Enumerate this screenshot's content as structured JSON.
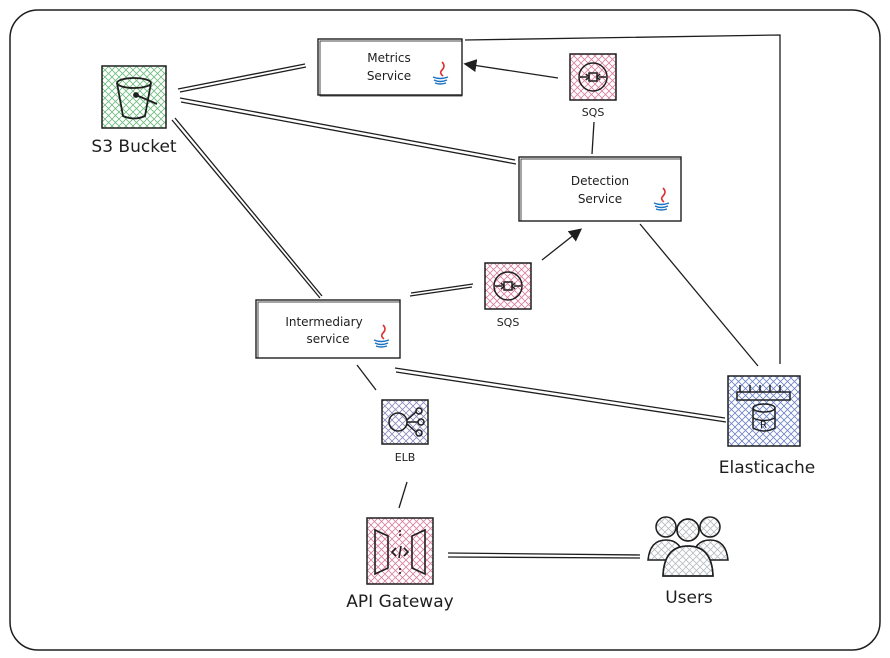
{
  "nodes": {
    "s3": {
      "label": "S3 Bucket",
      "icon": "bucket-icon",
      "color": "#2f9e44"
    },
    "metrics": {
      "line1": "Metrics",
      "line2": "Service",
      "icon": "java-icon"
    },
    "sqs_top": {
      "label": "SQS",
      "icon": "sqs-queue-icon",
      "color": "#a61e4d"
    },
    "detection": {
      "line1": "Detection",
      "line2": "Service",
      "icon": "java-icon"
    },
    "sqs_mid": {
      "label": "SQS",
      "icon": "sqs-queue-icon",
      "color": "#a61e4d"
    },
    "intermediary": {
      "line1": "Intermediary",
      "line2": "service",
      "icon": "java-icon"
    },
    "elb": {
      "label": "ELB",
      "icon": "load-balancer-icon",
      "color": "#3b3b8f"
    },
    "elasticache": {
      "label": "Elasticache",
      "icon": "redis-cache-icon",
      "color": "#1e3a8a"
    },
    "gateway": {
      "label": "API Gateway",
      "icon": "api-gateway-icon",
      "color": "#a61e4d"
    },
    "users": {
      "label": "Users",
      "icon": "users-group-icon"
    }
  },
  "colors": {
    "stroke": "#1e1e1e",
    "java_red": "#e03131",
    "java_blue": "#1971c2"
  }
}
